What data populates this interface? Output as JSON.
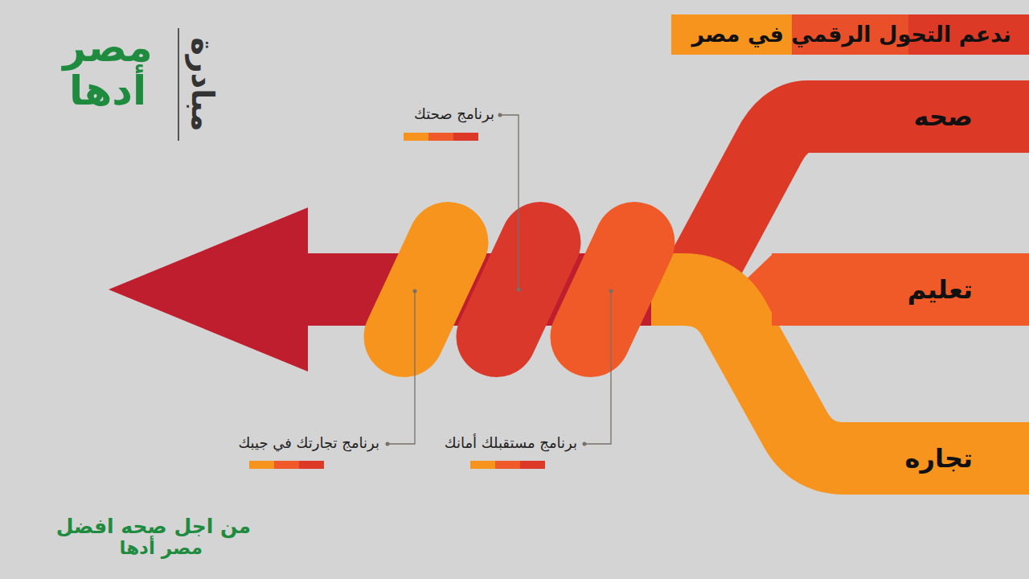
{
  "diagram": {
    "title": "ندعم التحول الرقمي في مصر",
    "nodes": [
      {
        "text": [
          "صحه"
        ]
      },
      {
        "text": [
          "تعليم"
        ]
      },
      {
        "text": [
          "تجاره"
        ]
      }
    ],
    "labels": [
      "مبادرة",
      "مصر أدها",
      "برنامج صحتك",
      "برنامج تجارتك في جيبك",
      "برنامج مستقبلك أمانك",
      "من اجل صحه افضل",
      "مصر أدها"
    ]
  }
}
